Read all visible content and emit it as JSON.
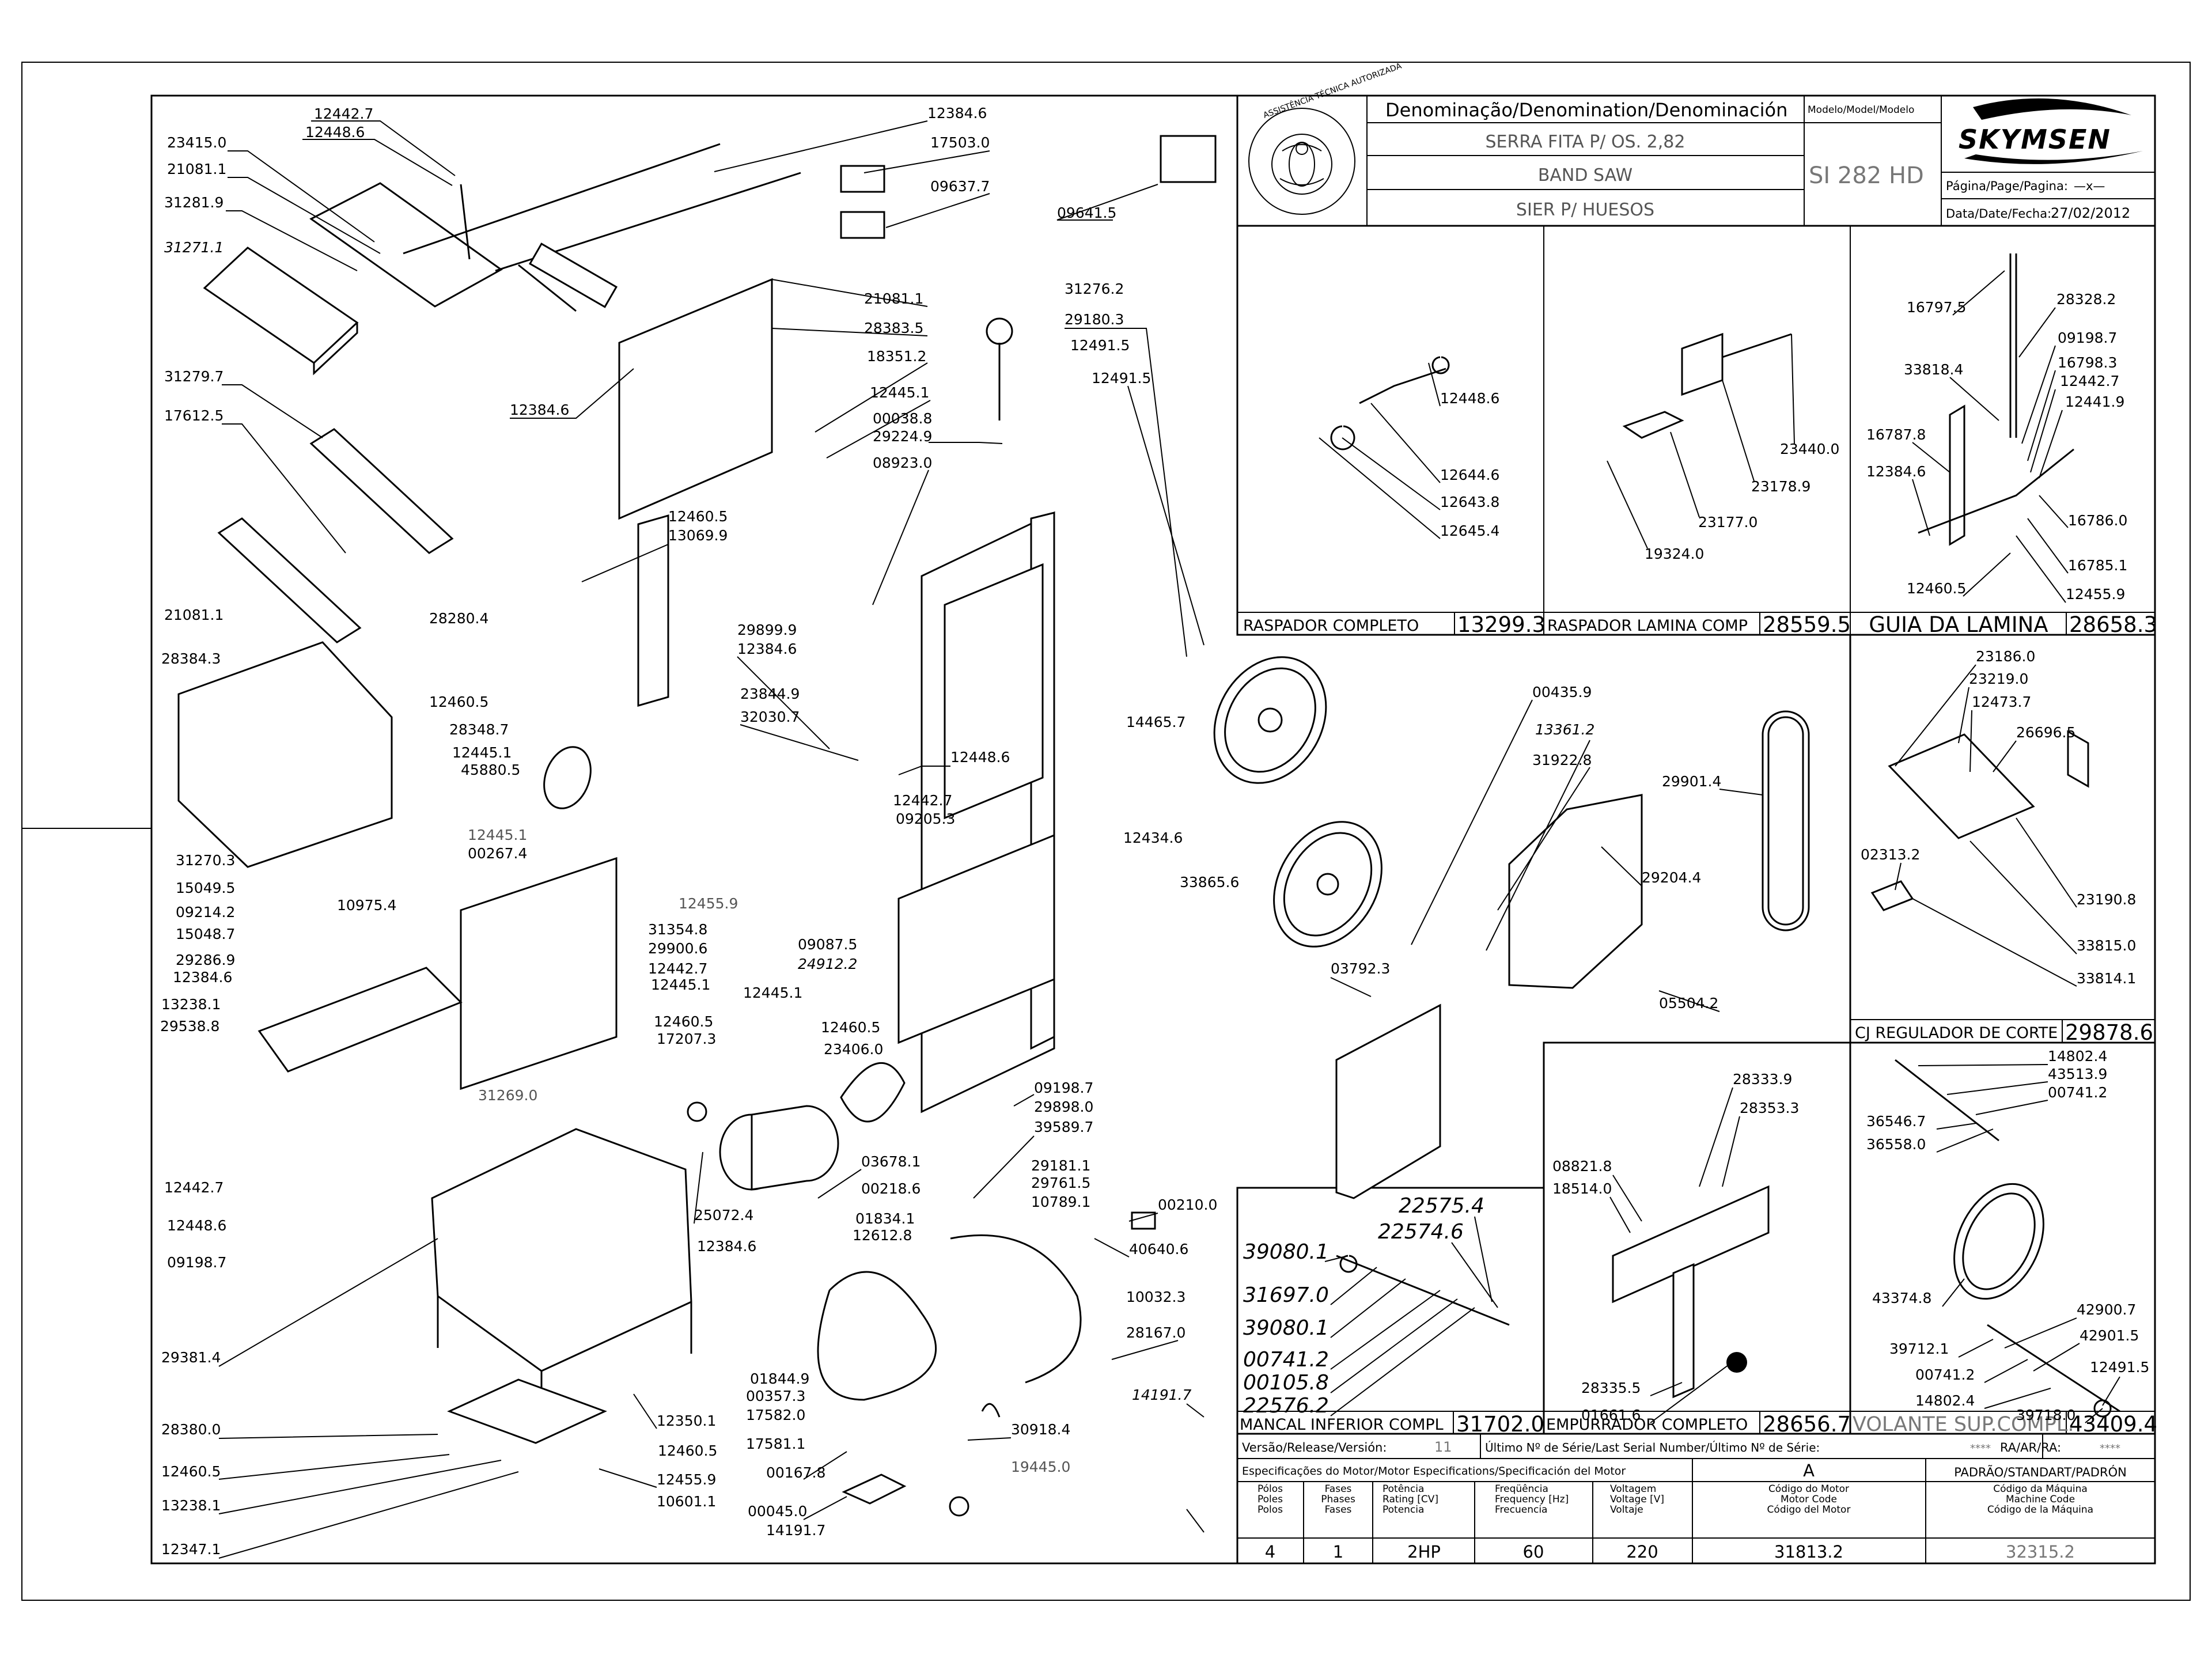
{
  "header": {
    "denomination_title": "Denominação/Denomination/Denominación",
    "model_title": "Modelo/Model/Modelo",
    "names": [
      "SERRA FITA P/ OS. 2,82",
      "BAND SAW",
      "SIER P/ HUESOS"
    ],
    "model": "SI 282 HD",
    "brand": "SKYMSEN",
    "page_label": "Página/Page/Pagina:",
    "page_value": "—x—",
    "date_label": "Data/Date/Fecha:",
    "date_value": "27/02/2012",
    "seal_text": "ASSISTÊNCIA TÉCNICA AUTORIZADA"
  },
  "subassemblies": [
    {
      "name": "RASPADOR COMPLETO",
      "code": "13299.3"
    },
    {
      "name": "RASPADOR LAMINA COMP",
      "code": "28559.5"
    },
    {
      "name": "GUIA DA LAMINA",
      "code": "28658.3"
    },
    {
      "name": "CJ REGULADOR DE CORTE",
      "code": "29878.6"
    },
    {
      "name": "MANCAL INFERIOR COMPL",
      "code": "31702.0"
    },
    {
      "name": "EMPURRADOR COMPLETO",
      "code": "28656.7"
    },
    {
      "name": "VOLANTE SUP.COMPL.",
      "code": "43409.4"
    }
  ],
  "footer": {
    "version_label": "Versão/Release/Versión:",
    "version_value": "11",
    "serial_label": "Último Nº de Série/Last Serial Number/Último Nº de Série:",
    "serial_value": "****",
    "ra_label": "RA/AR/RA:",
    "ra_value": "****",
    "motor_spec_label": "Especificações do Motor/Motor Especifications/Specificación del Motor",
    "column_a": "A",
    "standard_label": "PADRÃO/STANDART/PADRÓN",
    "col_poles": [
      "Pólos",
      "Poles",
      "Polos"
    ],
    "col_phases": [
      "Fases",
      "Phases",
      "Fases"
    ],
    "col_power": [
      "Potência",
      "Rating [CV]",
      "Potencia"
    ],
    "col_freq": [
      "Freqüência",
      "Frequency [Hz]",
      "Frecuencia"
    ],
    "col_voltage": [
      "Voltagem",
      "Voltage [V]",
      "Voltaje"
    ],
    "col_motor_code": [
      "Código do Motor",
      "Motor Code",
      "Código del Motor"
    ],
    "col_machine_code": [
      "Código da Máquina",
      "Machine Code",
      "Código de la Máquina"
    ],
    "poles": "4",
    "phases": "1",
    "power": "2HP",
    "frequency": "60",
    "voltage": "220",
    "motor_code": "31813.2",
    "machine_code": "32315.2"
  },
  "parts_main": [
    "12442.7",
    "12448.6",
    "23415.0",
    "21081.1",
    "31281.9",
    "31271.1",
    "12384.6",
    "17503.0",
    "09637.7",
    "09641.5",
    "21081.1",
    "28383.5",
    "18351.2",
    "12445.1",
    "00038.8",
    "29224.9",
    "08923.0",
    "12384.6",
    "31279.7",
    "17612.5",
    "12460.5",
    "13069.9",
    "28280.4",
    "21081.1",
    "28384.3",
    "12460.5",
    "28348.7",
    "12445.1",
    "45880.5",
    "12445.1",
    "00267.4",
    "12455.9",
    "31354.8",
    "29900.6",
    "12442.7",
    "12445.1",
    "12460.5",
    "17207.3",
    "31270.3",
    "15049.5",
    "09214.2",
    "15048.7",
    "29286.9",
    "12384.6",
    "13238.1",
    "29538.8",
    "10975.4",
    "31269.0",
    "12442.7",
    "12448.6",
    "09198.7",
    "29899.9",
    "12384.6",
    "23844.9",
    "32030.7",
    "12448.6",
    "12442.7",
    "09205.3",
    "09087.5",
    "24912.2",
    "12445.1",
    "12460.5",
    "23406.0",
    "31276.2",
    "29180.3",
    "12491.5",
    "12491.5",
    "14465.7",
    "12434.6",
    "33865.6",
    "00435.9",
    "13361.2",
    "31922.8",
    "29901.4",
    "29204.4",
    "03792.3",
    "05504.2",
    "09198.7",
    "29898.0",
    "39589.7",
    "03678.1",
    "00218.6",
    "01834.1",
    "12612.8",
    "25072.4",
    "12384.6",
    "29181.1",
    "29761.5",
    "10789.1",
    "00210.0",
    "40640.6",
    "10032.3",
    "28167.0",
    "29381.4",
    "28380.0",
    "12460.5",
    "13238.1",
    "12347.1",
    "12350.1",
    "12460.5",
    "12455.9",
    "10601.1",
    "01844.9",
    "00357.3",
    "17582.0",
    "17581.1",
    "00167.8",
    "30918.4",
    "19445.0",
    "00045.0",
    "14191.7",
    "14191.7"
  ],
  "parts_raspador": [
    "12448.6",
    "12644.6",
    "12643.8",
    "12645.4"
  ],
  "parts_raspador_lamina": [
    "23440.0",
    "23178.9",
    "23177.0",
    "19324.0"
  ],
  "parts_guia": [
    "16797.5",
    "28328.2",
    "09198.7",
    "33818.4",
    "16798.3",
    "12442.7",
    "12441.9",
    "16787.8",
    "12384.6",
    "16786.0",
    "16785.1",
    "12460.5",
    "12455.9"
  ],
  "parts_regulador": [
    "23186.0",
    "23219.0",
    "12473.7",
    "26696.5",
    "02313.2",
    "23190.8",
    "33815.0",
    "33814.1"
  ],
  "parts_mancal": [
    "22575.4",
    "22574.6",
    "39080.1",
    "31697.0",
    "39080.1",
    "00741.2",
    "00105.8",
    "22576.2"
  ],
  "parts_empurrador": [
    "28333.9",
    "28353.3",
    "08821.8",
    "18514.0",
    "28335.5",
    "01661.6"
  ],
  "parts_volante": [
    "14802.4",
    "43513.9",
    "00741.2",
    "36546.7",
    "36558.0",
    "43374.8",
    "42900.7",
    "42901.5",
    "39712.1",
    "00741.2",
    "12491.5",
    "14802.4",
    "39718.0"
  ]
}
